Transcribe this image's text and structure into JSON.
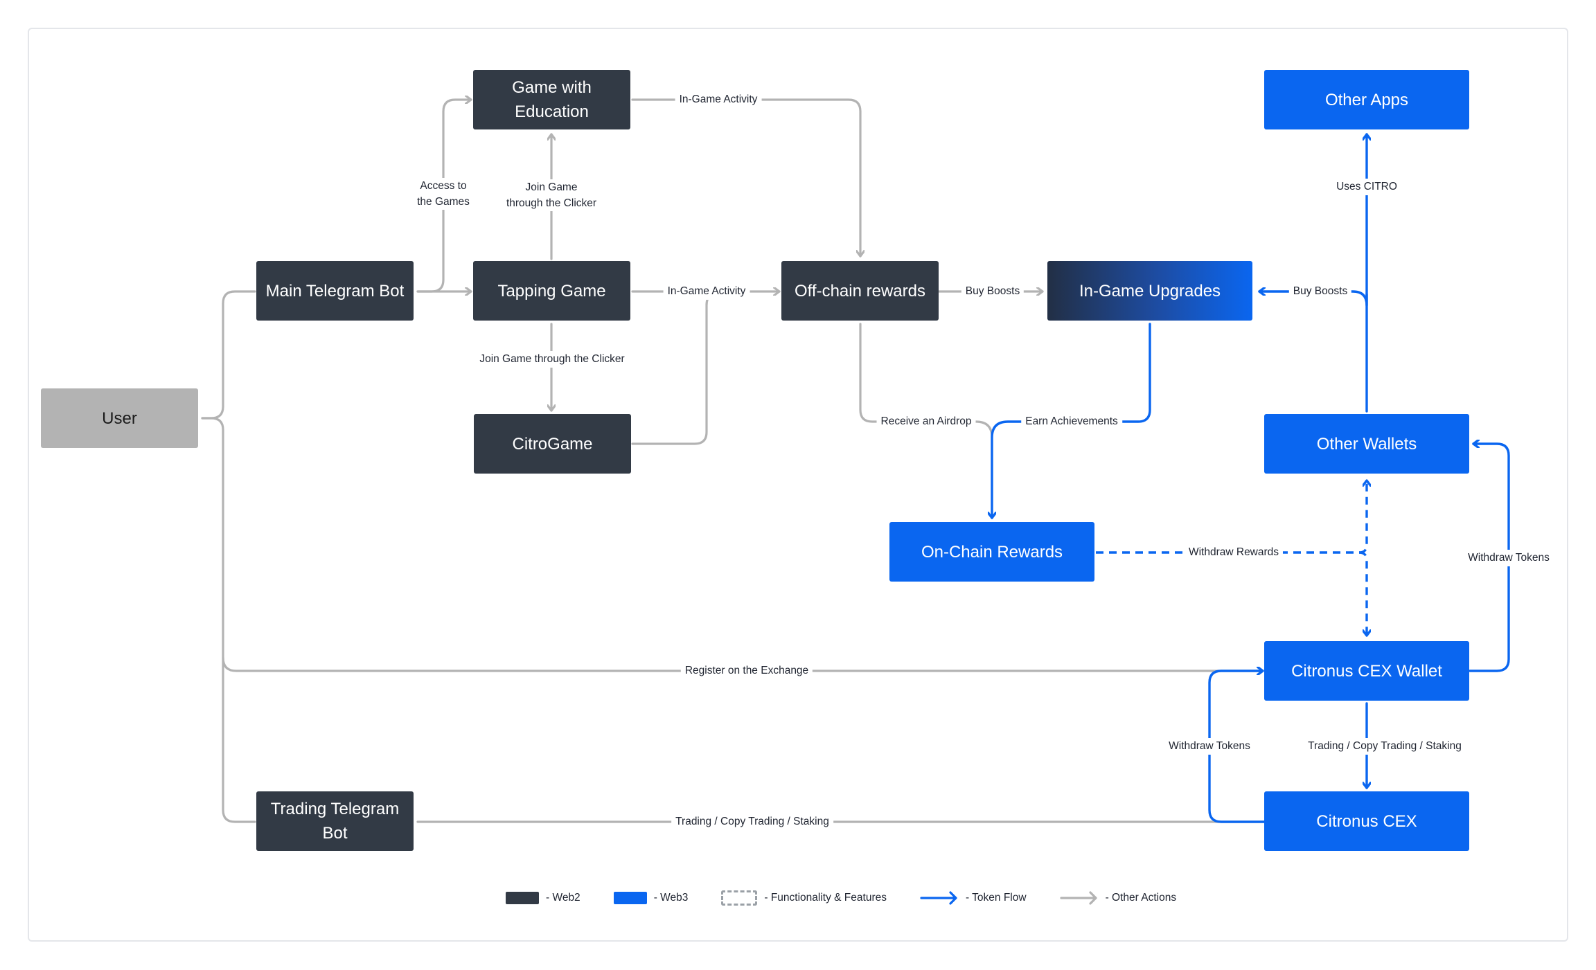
{
  "nodes": {
    "game_education": "Game with\nEducation",
    "main_bot": "Main Telegram Bot",
    "tapping_game": "Tapping Game",
    "citrogame": "CitroGame",
    "offchain": "Off-chain rewards",
    "ingame_upgrades": "In-Game Upgrades",
    "onchain": "On-Chain Rewards",
    "other_apps": "Other Apps",
    "other_wallets": "Other Wallets",
    "cex_wallet": "Citronus CEX Wallet",
    "cex": "Citronus CEX",
    "user": "User",
    "trading_bot": "Trading Telegram\nBot"
  },
  "edge_labels": {
    "access_games": "Access to\nthe Games",
    "join_game_up": "Join Game\nthrough the Clicker",
    "ingame_activity_top": "In-Game Activity",
    "ingame_activity_mid": "In-Game Activity",
    "join_game_down": "Join Game through the Clicker",
    "buy_boosts_left": "Buy Boosts",
    "buy_boosts_right": "Buy Boosts",
    "uses_citro": "Uses CITRO",
    "receive_airdrop": "Receive an Airdrop",
    "earn_achievements": "Earn Achievements",
    "withdraw_rewards": "Withdraw Rewards",
    "withdraw_tokens_right": "Withdraw Tokens",
    "register_exchange": "Register on the Exchange",
    "withdraw_tokens_left": "Withdraw Tokens",
    "trading_right": "Trading / Copy Trading / Staking",
    "trading_bottom": "Trading / Copy Trading / Staking"
  },
  "legend": {
    "web2": "- Web2",
    "web3": "- Web3",
    "features": "- Functionality & Features",
    "token_flow": "- Token Flow",
    "other_actions": "- Other Actions"
  },
  "colors": {
    "web2": "#323a45",
    "web3": "#0a66f0",
    "user": "#b3b3b3",
    "other_action_line": "#b3b3b3",
    "token_flow_line": "#0a66f0"
  }
}
